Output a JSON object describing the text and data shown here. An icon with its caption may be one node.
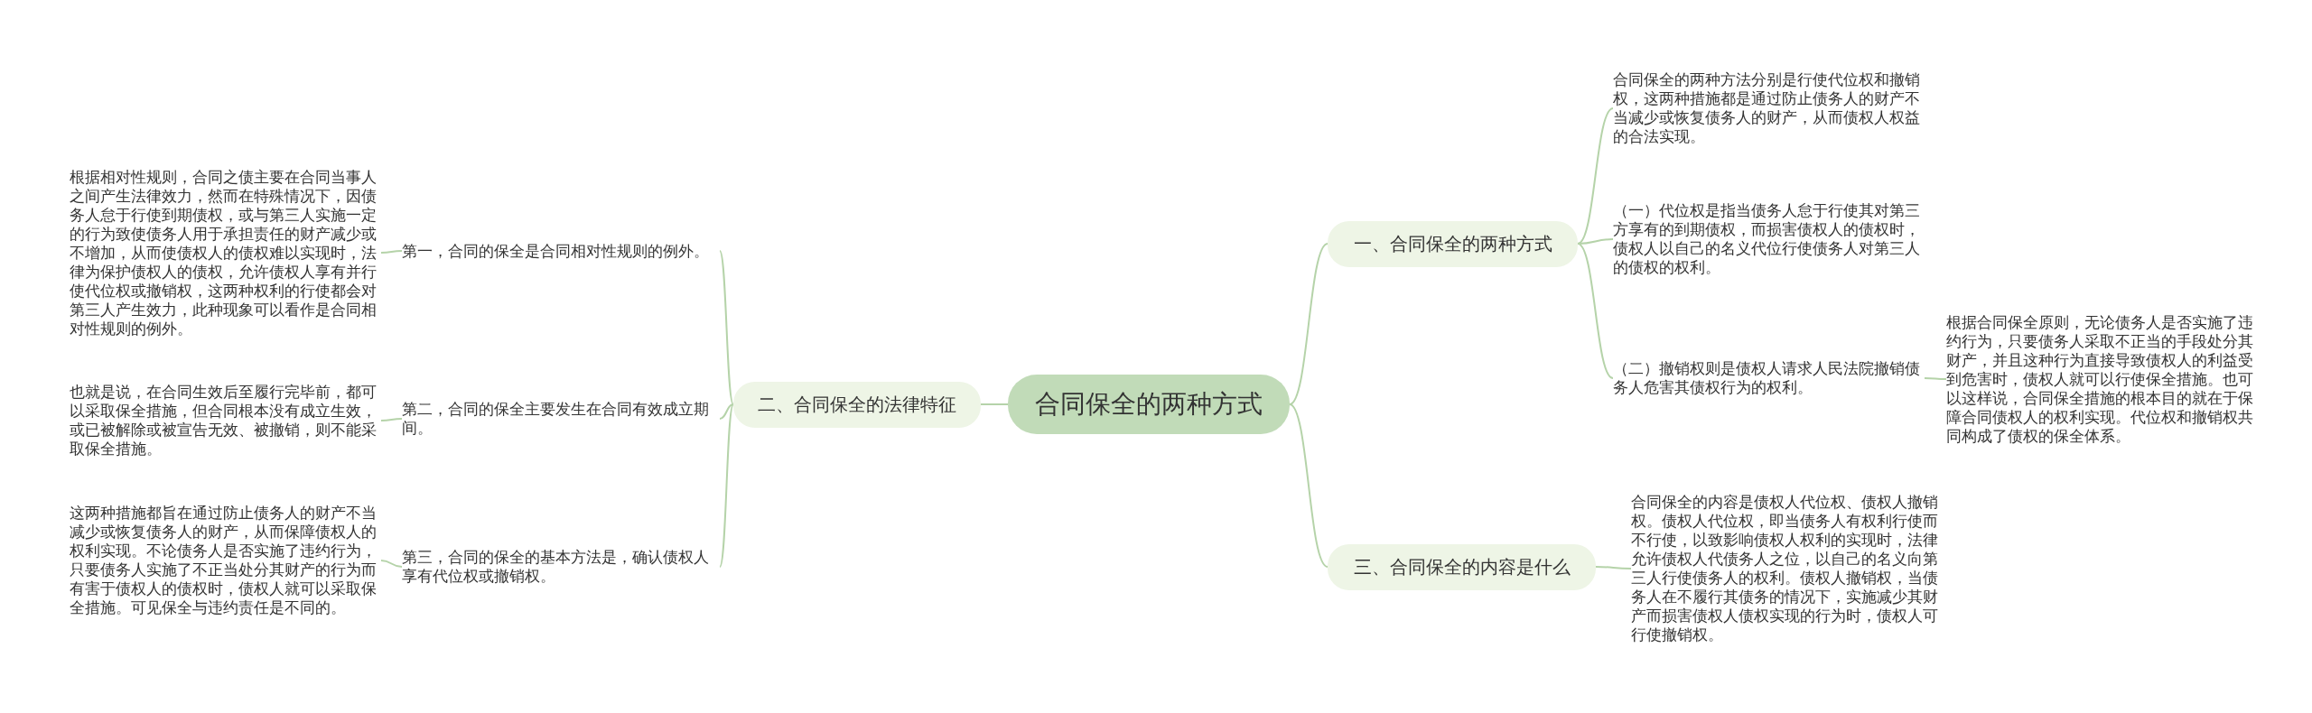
{
  "diagram": {
    "nodes": [
      {
        "text": [
          "合同保全的两种方式"
        ]
      },
      {
        "text": [
          "一、合同保全的两种方式"
        ]
      },
      {
        "text": [
          "合同保全的两种方法分别是行使代位权和撤销权，这两种措施都是通过防止债务人的财产不当减少或恢复债务人的财产，从而债权人权益的合法实现。"
        ]
      },
      {
        "text": [
          "（一）代位权是指当债务人怠于行使其对第三方享有的到期债权，而损害债权人的债权时，债权人以自己的名义代位行使债务人对第三人的债权的权利。"
        ]
      },
      {
        "text": [
          "（二）撤销权则是债权人请求人民法院撤销债务人危害其债权行为的权利。"
        ]
      },
      {
        "text": [
          "根据合同保全原则，无论债务人是否实施了违约行为，只要债务人采取不正当的手段处分其财产，并且这种行为直接导致债权人的利益受到危害时，债权人就可以行使保全措施。也可以这样说，合同保全措施的根本目的就在于保障合同债权人的权利实现。代位权和撤销权共同构成了债权的保全体系。"
        ]
      },
      {
        "text": [
          "二、合同保全的法律特征"
        ]
      },
      {
        "text": [
          "第一，合同的保全是合同相对性规则的例外。"
        ]
      },
      {
        "text": [
          "根据相对性规则，合同之债主要在合同当事人之间产生法律效力，然而在特殊情况下，因债务人怠于行使到期债权，或与第三人实施一定的行为致使债务人用于承担责任的财产减少或不增加，从而使债权人的债权难以实现时，法律为保护债权人的债权，允许债权人享有并行使代位权或撤销权，这两种权利的行使都会对第三人产生效力，此种现象可以看作是合同相对性规则的例外。"
        ]
      },
      {
        "text": [
          "第二，合同的保全主要发生在合同有效成立期间。"
        ]
      },
      {
        "text": [
          "也就是说，在合同生效后至履行完毕前，都可以采取保全措施，但合同根本没有成立生效，或已被解除或被宣告无效、被撤销，则不能采取保全措施。"
        ]
      },
      {
        "text": [
          "第三，合同的保全的基本方法是，确认债权人享有代位权或撤销权。"
        ]
      },
      {
        "text": [
          "这两种措施都旨在通过防止债务人的财产不当减少或恢复债务人的财产，从而保障债权人的权利实现。不论债务人是否实施了违约行为，只要债务人实施了不正当处分其财产的行为而有害于债权人的债权时，债权人就可以采取保全措施。可见保全与违约责任是不同的。"
        ]
      },
      {
        "text": [
          "三、合同保全的内容是什么"
        ]
      },
      {
        "text": [
          "合同保全的内容是债权人代位权、债权人撤销权。债权人代位权，即当债务人有权利行使而不行使，以致影响债权人权利的实现时，法律允许债权人代债务人之位，以自己的名义向第三人行使债务人的权利。债权人撤销权，当债务人在不履行其债务的情况下，实施减少其财产而损害债权人债权实现的行为时，债权人可行使撤销权。"
        ]
      }
    ],
    "edges": [
      {
        "from": 0,
        "to": 1,
        "arrow": "none"
      },
      {
        "from": 1,
        "to": 2,
        "arrow": "none"
      },
      {
        "from": 1,
        "to": 3,
        "arrow": "none"
      },
      {
        "from": 1,
        "to": 4,
        "arrow": "none"
      },
      {
        "from": 4,
        "to": 5,
        "arrow": "none"
      },
      {
        "from": 0,
        "to": 6,
        "arrow": "none"
      },
      {
        "from": 6,
        "to": 7,
        "arrow": "none"
      },
      {
        "from": 7,
        "to": 8,
        "arrow": "none"
      },
      {
        "from": 6,
        "to": 9,
        "arrow": "none"
      },
      {
        "from": 9,
        "to": 10,
        "arrow": "none"
      },
      {
        "from": 6,
        "to": 11,
        "arrow": "none"
      },
      {
        "from": 11,
        "to": 12,
        "arrow": "none"
      },
      {
        "from": 0,
        "to": 13,
        "arrow": "none"
      },
      {
        "from": 13,
        "to": 14,
        "arrow": "none"
      }
    ]
  }
}
